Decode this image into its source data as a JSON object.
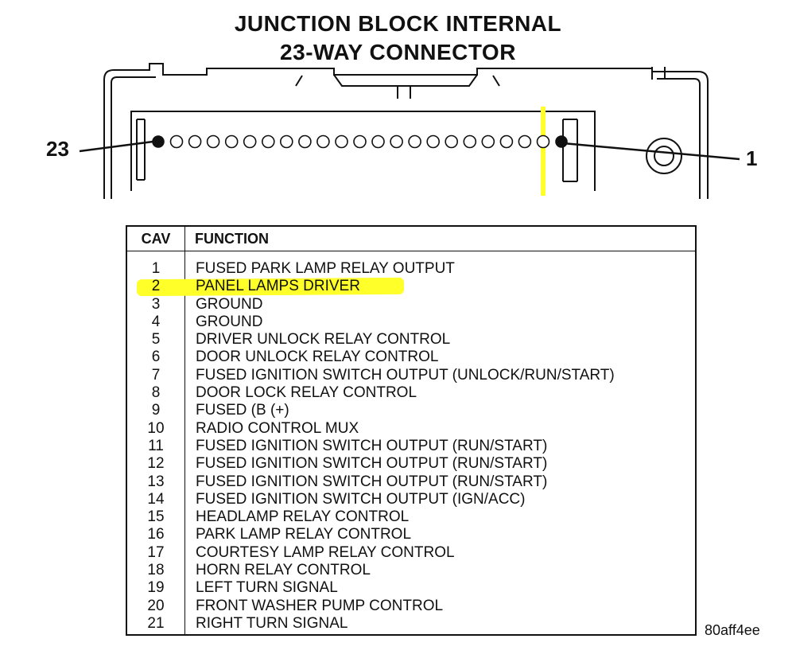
{
  "title_line1": "JUNCTION BLOCK INTERNAL",
  "title_line2": "23-WAY CONNECTOR",
  "pin_label_left": "23",
  "pin_label_right": "1",
  "highlight_color": "#ffff2a",
  "table": {
    "header_cav": "CAV",
    "header_function": "FUNCTION",
    "highlighted_cav": "2",
    "rows": [
      {
        "cav": "1",
        "function": "FUSED PARK LAMP RELAY OUTPUT"
      },
      {
        "cav": "2",
        "function": "PANEL LAMPS DRIVER"
      },
      {
        "cav": "3",
        "function": "GROUND"
      },
      {
        "cav": "4",
        "function": "GROUND"
      },
      {
        "cav": "5",
        "function": "DRIVER UNLOCK RELAY CONTROL"
      },
      {
        "cav": "6",
        "function": "DOOR UNLOCK RELAY CONTROL"
      },
      {
        "cav": "7",
        "function": "FUSED IGNITION SWITCH OUTPUT (UNLOCK/RUN/START)"
      },
      {
        "cav": "8",
        "function": "DOOR LOCK RELAY CONTROL"
      },
      {
        "cav": "9",
        "function": "FUSED (B (+)"
      },
      {
        "cav": "10",
        "function": "RADIO CONTROL MUX"
      },
      {
        "cav": "11",
        "function": "FUSED IGNITION SWITCH OUTPUT (RUN/START)"
      },
      {
        "cav": "12",
        "function": "FUSED IGNITION SWITCH OUTPUT (RUN/START)"
      },
      {
        "cav": "13",
        "function": "FUSED IGNITION SWITCH OUTPUT (RUN/START)"
      },
      {
        "cav": "14",
        "function": "FUSED IGNITION SWITCH OUTPUT (IGN/ACC)"
      },
      {
        "cav": "15",
        "function": "HEADLAMP RELAY CONTROL"
      },
      {
        "cav": "16",
        "function": "PARK LAMP RELAY CONTROL"
      },
      {
        "cav": "17",
        "function": "COURTESY LAMP RELAY CONTROL"
      },
      {
        "cav": "18",
        "function": "HORN RELAY CONTROL"
      },
      {
        "cav": "19",
        "function": "LEFT TURN SIGNAL"
      },
      {
        "cav": "20",
        "function": "FRONT WASHER PUMP CONTROL"
      },
      {
        "cav": "21",
        "function": "RIGHT TURN SIGNAL"
      }
    ]
  },
  "diagram_code": "80aff4ee"
}
